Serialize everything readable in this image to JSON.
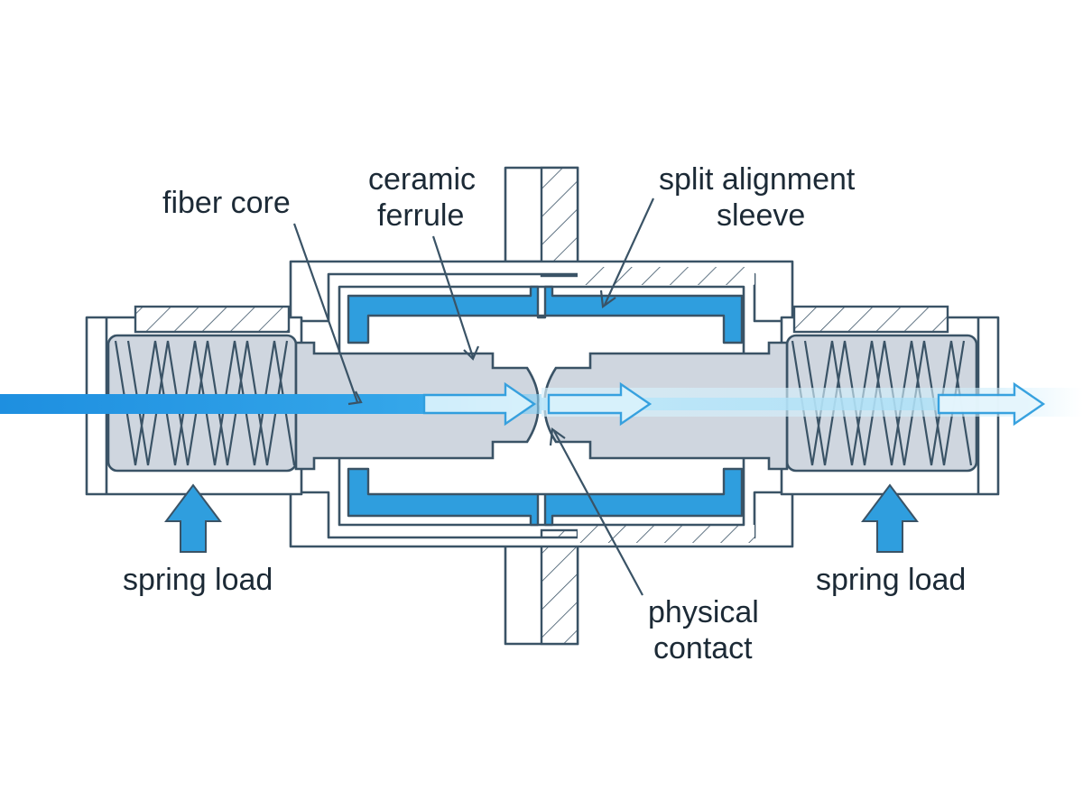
{
  "labels": {
    "fiber_core": "fiber core",
    "ceramic_ferrule_line1": "ceramic",
    "ceramic_ferrule_line2": "ferrule",
    "split_sleeve_line1": "split alignment",
    "split_sleeve_line2": "sleeve",
    "spring_load_left": "spring load",
    "spring_load_right": "spring load",
    "physical_contact_line1": "physical",
    "physical_contact_line2": "contact"
  },
  "colors": {
    "outline": "#3a5366",
    "ferrule_fill": "#cfd6df",
    "sleeve_fill": "#2f9ede",
    "fiber_core": "#1e8fe0",
    "light_glow": "#9fd8f5",
    "text": "#1c2a36"
  }
}
